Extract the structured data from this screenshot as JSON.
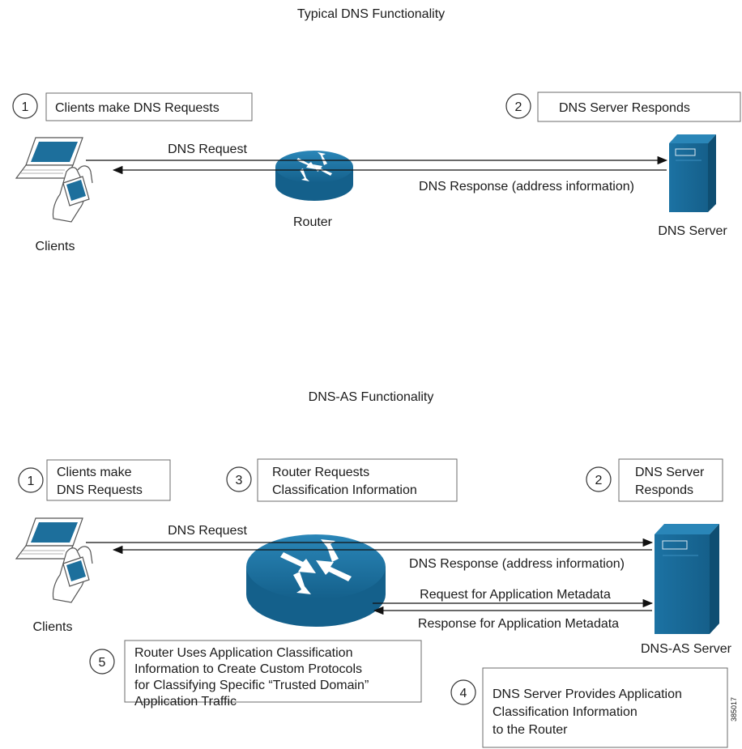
{
  "top": {
    "title": "Typical DNS Functionality",
    "step1": {
      "num": "1",
      "text": "Clients make DNS Requests"
    },
    "step2": {
      "num": "2",
      "text": "DNS Server Responds"
    },
    "dns_request": "DNS Request",
    "dns_response": "DNS Response (address information)",
    "router": "Router",
    "clients": "Clients",
    "server": "DNS Server"
  },
  "bottom": {
    "title": "DNS-AS Functionality",
    "step1": {
      "num": "1",
      "lines": [
        "Clients make",
        "DNS Requests"
      ]
    },
    "step3": {
      "num": "3",
      "lines": [
        "Router Requests",
        "Classification Information"
      ]
    },
    "step2": {
      "num": "2",
      "lines": [
        "DNS Server",
        "Responds"
      ]
    },
    "dns_request": "DNS Request",
    "dns_response": "DNS Response (address information)",
    "metadata_request": "Request for Application Metadata",
    "metadata_response": "Response for Application Metadata",
    "clients": "Clients",
    "server": "DNS-AS Server",
    "step5": {
      "num": "5",
      "lines": [
        "Router Uses Application Classification",
        "Information to Create Custom Protocols",
        "for Classifying Specific “Trusted Domain”",
        "Application Traffic"
      ]
    },
    "step4": {
      "num": "4",
      "lines": [
        "DNS Server Provides Application",
        "Classification Information",
        "to the Router"
      ]
    }
  },
  "figure_id": "385017",
  "colors": {
    "device_blue": "#1d6f9c",
    "device_dark": "#0f4e72",
    "line": "#111111"
  }
}
